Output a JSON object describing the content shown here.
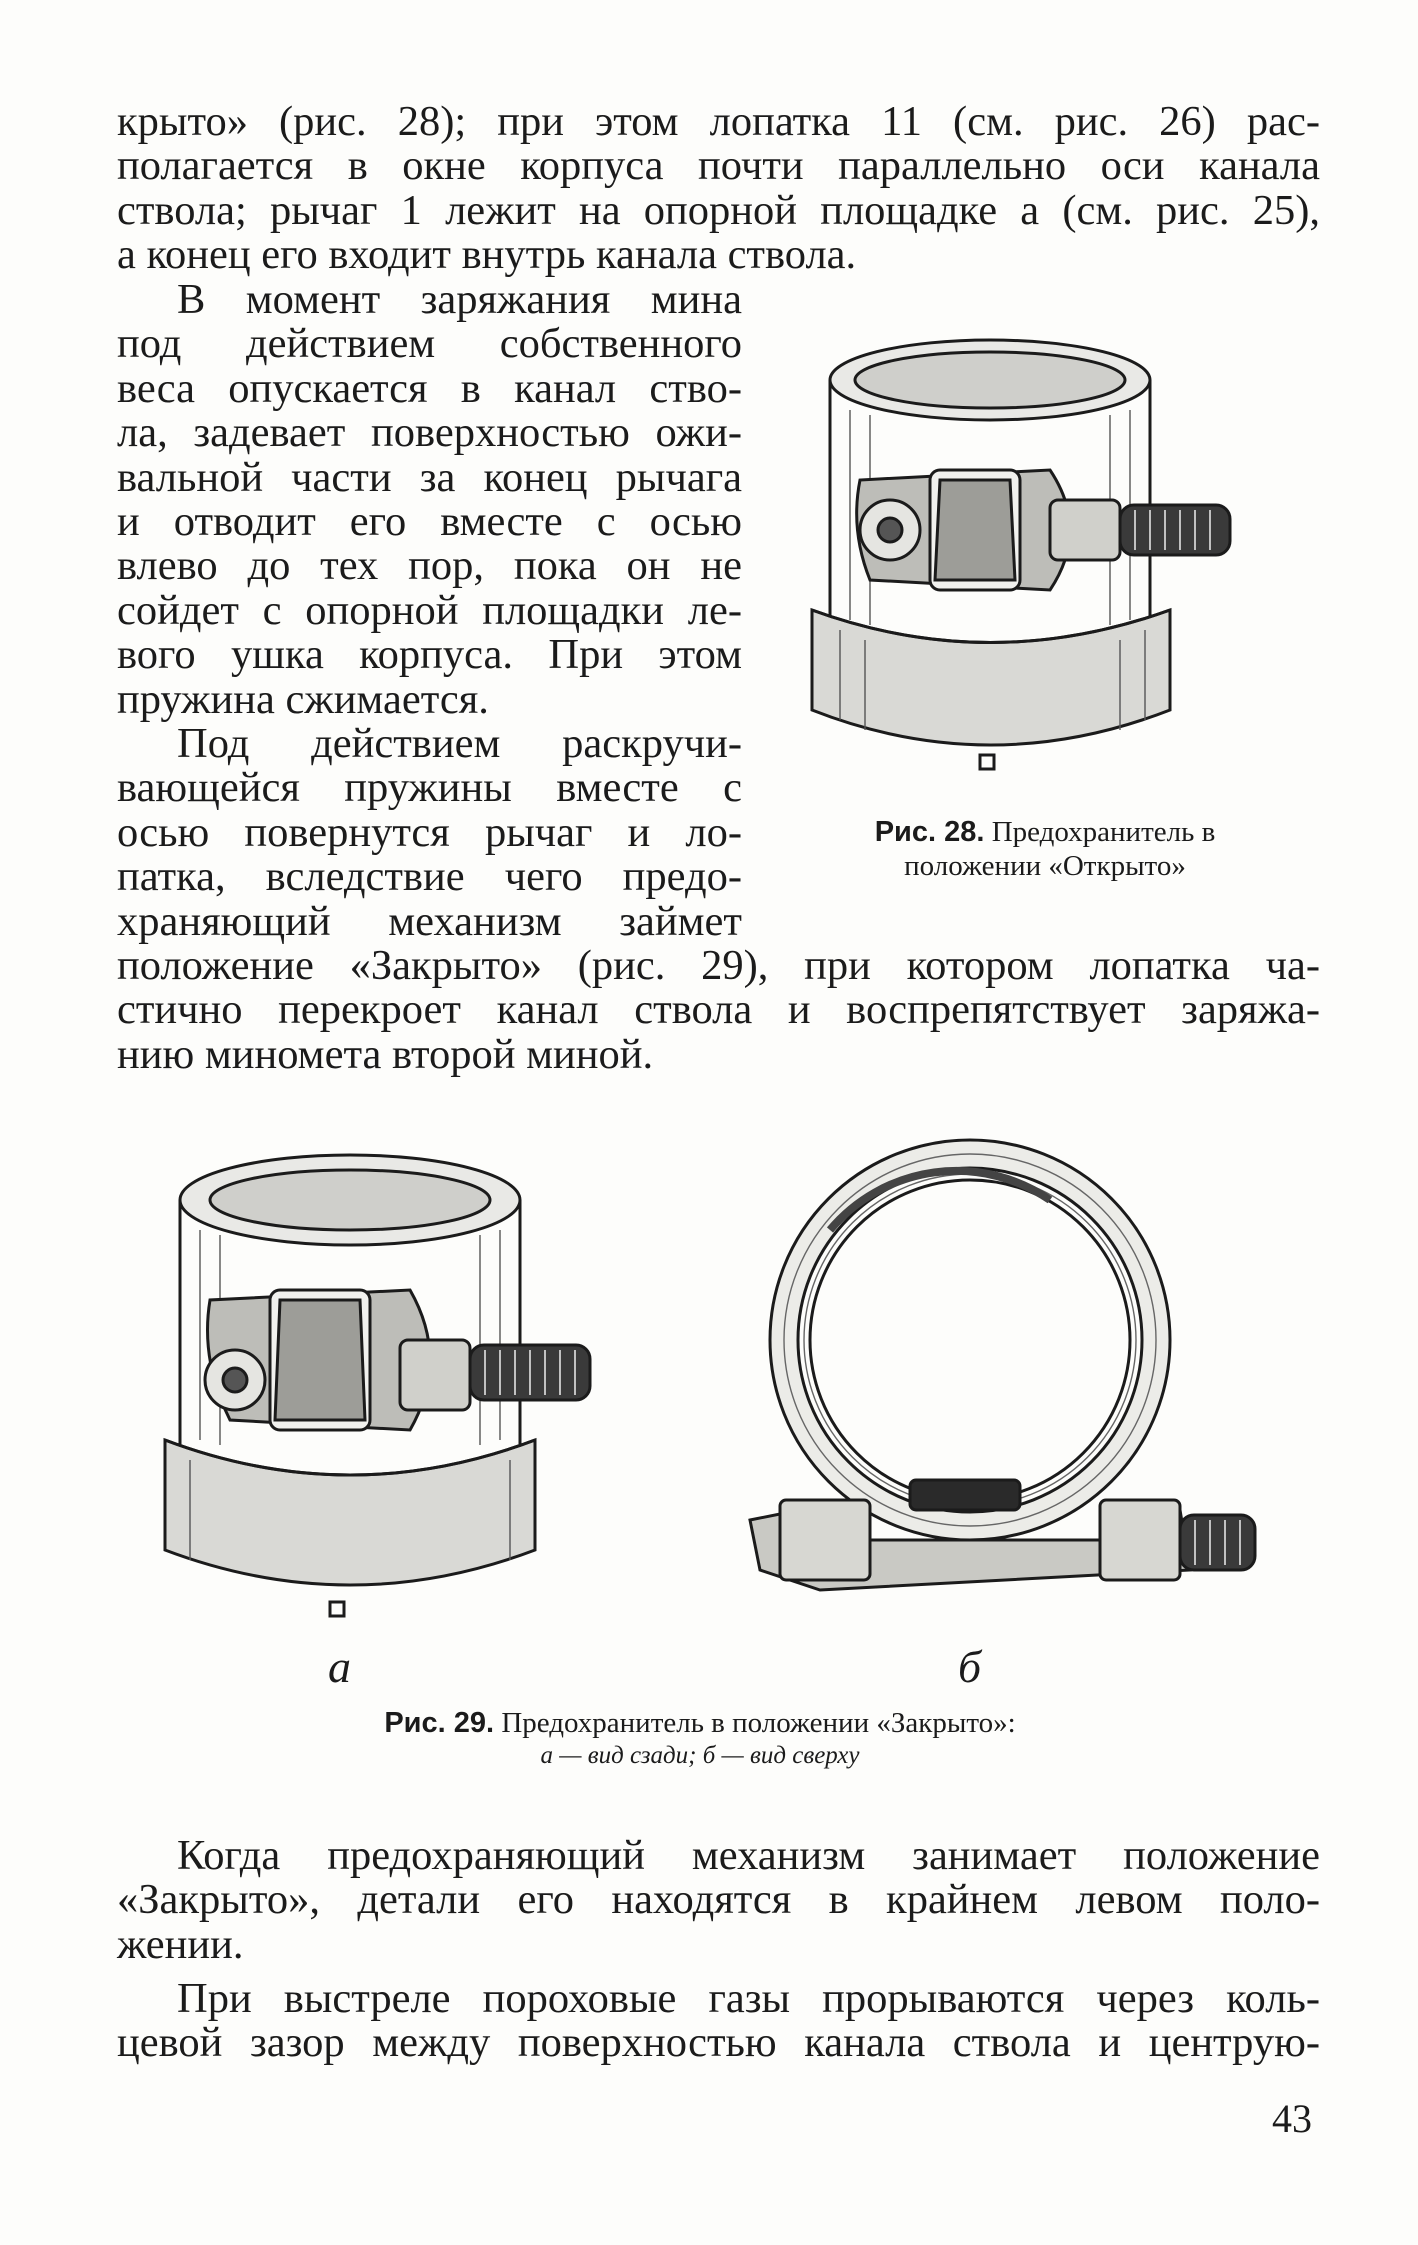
{
  "top_paragraph": {
    "lines": [
      "крыто» (рис. 28); при этом лопатка 11 (см. рис. 26) рас-",
      "полагается в окне корпуса почти параллельно оси канала",
      "ствола; рычаг 1 лежит на опорной площадке а (см. рис. 25),",
      "а конец его входит внутрь канала ствола."
    ]
  },
  "paragraph_2": {
    "lines": [
      "В момент заряжания мина",
      "под действием собственного",
      "веса опускается в канал ство-",
      "ла, задевает поверхностью ожи-",
      "вальной части за конец рычага",
      "и отводит его вместе с осью",
      "влево до тех пор, пока он не",
      "сойдет с опорной площадки ле-",
      "вого ушка корпуса. При этом",
      "пружина сжимается."
    ]
  },
  "paragraph_3": {
    "narrow_lines": [
      "Под действием раскручи-",
      "вающейся пружины вместе с",
      "осью повернутся рычаг и ло-",
      "патка, вследствие чего предо-",
      "храняющий механизм займет"
    ],
    "wide_lines": [
      "положение «Закрыто» (рис. 29), при котором лопатка ча-",
      "стично перекроет канал ствола и воспрепятствует заряжа-",
      "нию миномета второй миной."
    ]
  },
  "figure_28": {
    "caption_number": "Рис. 28.",
    "caption_line1": "Предохранитель в",
    "caption_line2": "положении «Открыто»"
  },
  "figure_29": {
    "label_a": "а",
    "label_b": "б",
    "caption_number": "Рис. 29.",
    "caption_text": "Предохранитель в положении «Закрыто»:",
    "caption_sub": "а — вид сзади; б — вид сверху"
  },
  "paragraph_4": {
    "lines": [
      "Когда предохраняющий механизм занимает положение",
      "«Закрыто», детали его находятся в крайнем левом поло-",
      "жении."
    ]
  },
  "paragraph_5": {
    "lines": [
      "При выстреле пороховые газы прорываются через коль-",
      "цевой зазор между поверхностью канала ствола и центрую-"
    ]
  },
  "page_number": "43"
}
